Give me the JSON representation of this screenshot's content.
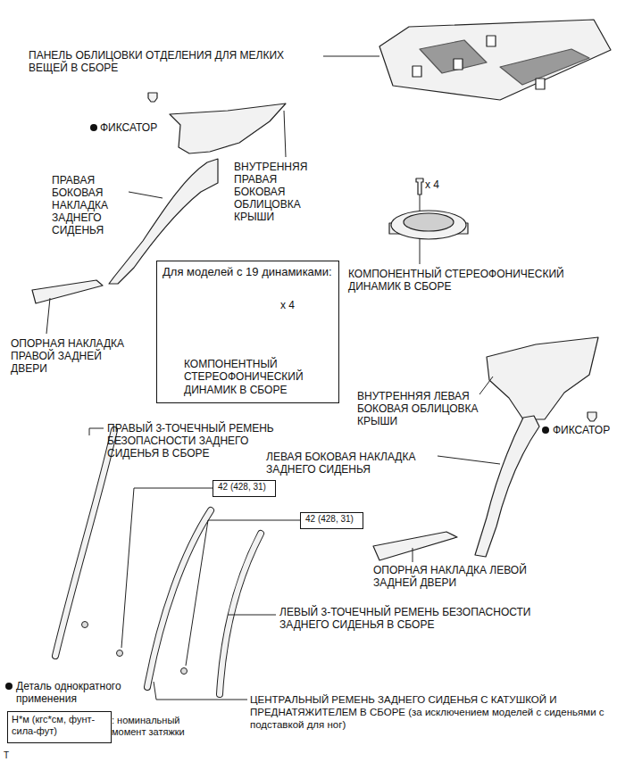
{
  "diagram": {
    "nodes": [
      {
        "text": [
          "Для моделей с 19 динамиками:",
          "x 4",
          "КОМПОНЕНТНЫЙ СТЕРЕОФОНИЧЕСКИЙ ДИНАМИК В СБОРЕ"
        ]
      },
      {
        "text": [
          "42 (428, 31)"
        ]
      },
      {
        "text": [
          "42 (428, 31)"
        ]
      },
      {
        "text": [
          "Н*м (кгс*см, фунт-сила-фут)",
          ": номинальный момент затяжки"
        ]
      }
    ],
    "edges": [],
    "labels": [
      "ПАНЕЛЬ ОБЛИЦОВКИ ОТДЕЛЕНИЯ ДЛЯ МЕЛКИХ ВЕЩЕЙ В СБОРЕ",
      "ФИКСАТОР",
      "ВНУТРЕННЯЯ ПРАВАЯ БОКОВАЯ ОБЛИЦОВКА КРЫШИ",
      "ПРАВАЯ БОКОВАЯ НАКЛАДКА ЗАДНЕГО СИДЕНЬЯ",
      "x 4",
      "КОМПОНЕНТНЫЙ СТЕРЕОФОНИЧЕСКИЙ ДИНАМИК В СБОРЕ",
      "ОПОРНАЯ НАКЛАДКА ПРАВОЙ ЗАДНЕЙ ДВЕРИ",
      "ВНУТРЕННЯЯ ЛЕВАЯ БОКОВАЯ ОБЛИЦОВКА КРЫШИ",
      "ФИКСАТОР",
      "ПРАВЫЙ 3-ТОЧЕЧНЫЙ РЕМЕНЬ БЕЗОПАСНОСТИ ЗАДНЕГО СИДЕНЬЯ В СБОРЕ",
      "ЛЕВАЯ БОКОВАЯ НАКЛАДКА ЗАДНЕГО СИДЕНЬЯ",
      "ОПОРНАЯ НАКЛАДКА ЛЕВОЙ ЗАДНЕЙ ДВЕРИ",
      "ЛЕВЫЙ 3-ТОЧЕЧНЫЙ РЕМЕНЬ БЕЗОПАСНОСТИ ЗАДНЕГО СИДЕНЬЯ В СБОРЕ",
      "ЦЕНТРАЛЬНЫЙ РЕМЕНЬ ЗАДНЕГО СИДЕНЬЯ С КАТУШКОЙ И ПРЕДНАТЯЖИТЕЛЕМ В СБОРЕ (за исключением моделей с сиденьями с подставкой для ног)",
      "T"
    ],
    "legend": [
      {
        "text": "Деталь однократного применения"
      }
    ]
  }
}
